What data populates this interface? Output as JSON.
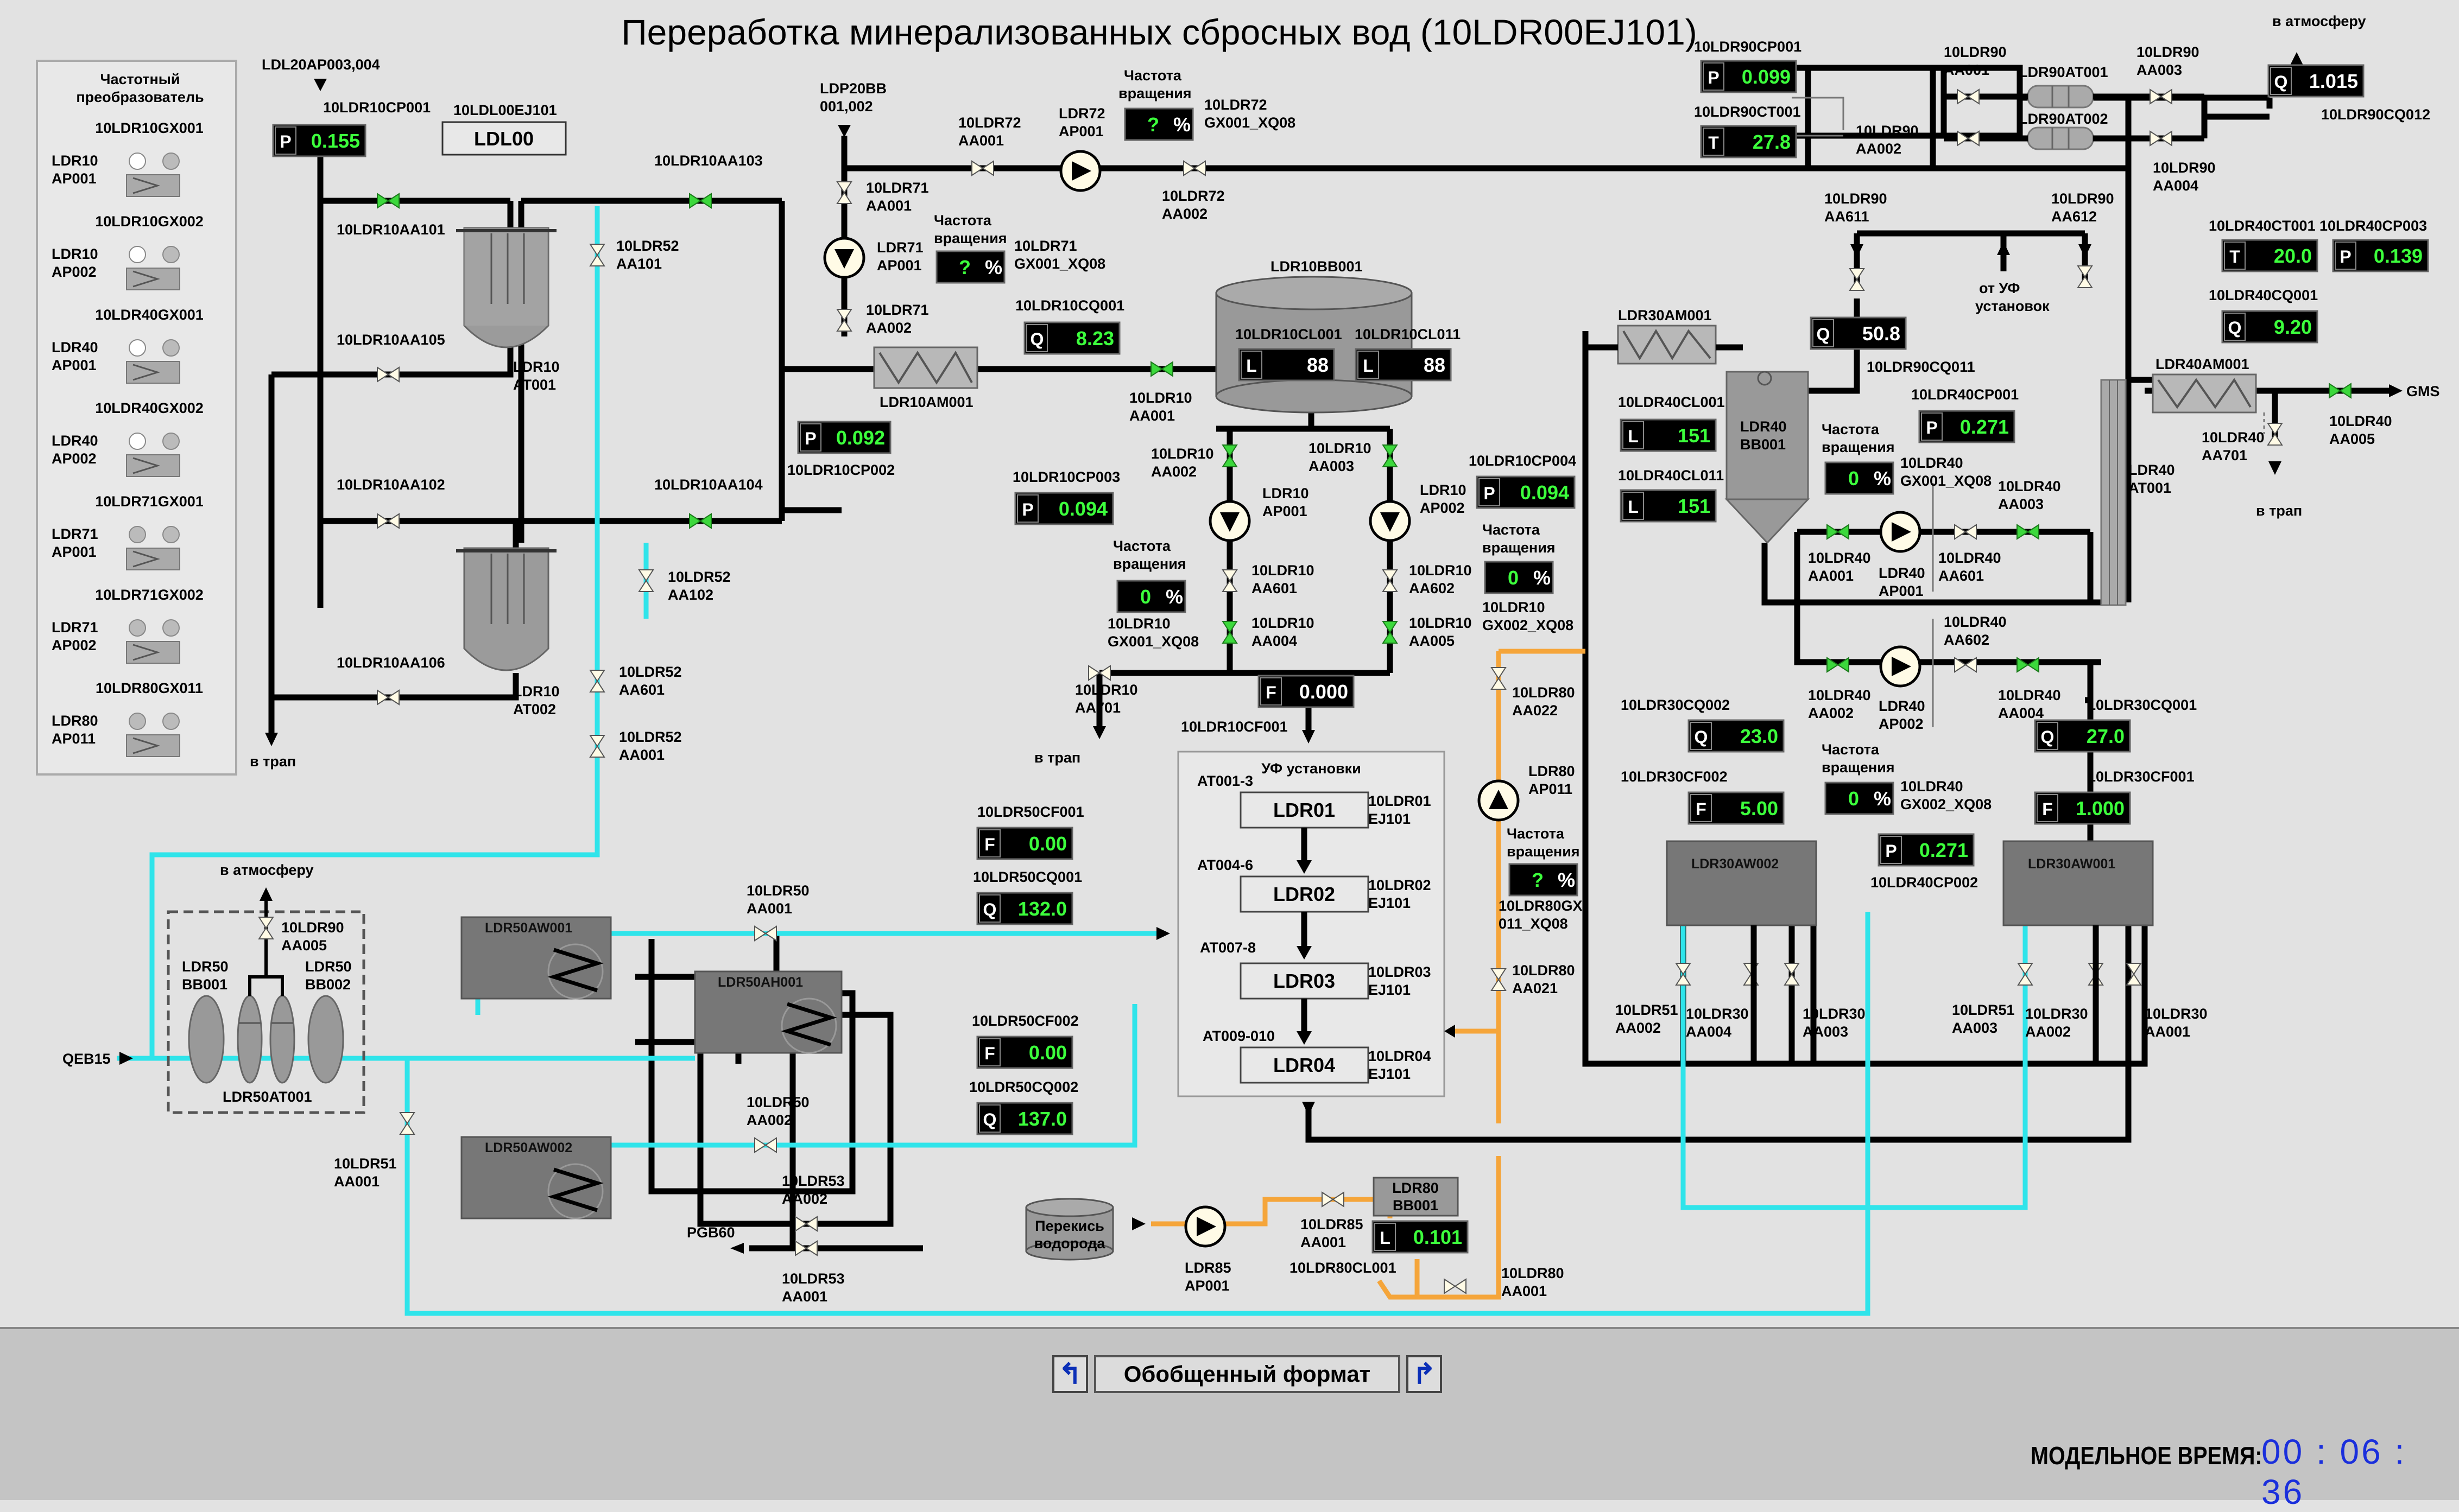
{
  "title": "Переработка минерализованных сбросных вод (10LDR00EJ101)",
  "colors": {
    "background": "#e2e2e2",
    "water": "#2fe4ea",
    "hydrogen": "#f5a53a",
    "indicator_value": "#3cff3c",
    "valve_open": "#3cd83c",
    "time": "#1a2fdc"
  },
  "legend": {
    "header": [
      "Частотный",
      "преобразователь"
    ],
    "groups": [
      {
        "title": "10LDR10GX001",
        "label1": "LDR10",
        "label2": "AP001"
      },
      {
        "title": "10LDR10GX002",
        "label1": "LDR10",
        "label2": "AP002"
      },
      {
        "title": "10LDR40GX001",
        "label1": "LDR40",
        "label2": "AP001"
      },
      {
        "title": "10LDR40GX002",
        "label1": "LDR40",
        "label2": "AP002"
      },
      {
        "title": "10LDR71GX001",
        "label1": "LDR71",
        "label2": "AP001"
      },
      {
        "title": "10LDR71GX002",
        "label1": "LDR71",
        "label2": "AP002"
      },
      {
        "title": "10LDR80GX011",
        "label1": "LDR80",
        "label2": "AP011"
      }
    ]
  },
  "indicators": {
    "cp001": {
      "tag": "10LDR10CP001",
      "type": "P",
      "value": "0.155"
    },
    "cp002": {
      "tag": "10LDR10CP002",
      "type": "P",
      "value": "0.092"
    },
    "cq001": {
      "tag": "10LDR10CQ001",
      "type": "Q",
      "value": "8.23"
    },
    "cl001": {
      "tag": "10LDR10CL001",
      "type": "L",
      "value": "88"
    },
    "cl011": {
      "tag": "10LDR10CL011",
      "type": "L",
      "value": "88"
    },
    "cp003": {
      "tag": "10LDR10CP003",
      "type": "P",
      "value": "0.094"
    },
    "cp004": {
      "tag": "10LDR10CP004",
      "type": "P",
      "value": "0.094"
    },
    "cf001": {
      "tag": "10LDR10CF001",
      "type": "F",
      "value": "0.000"
    },
    "cp90_001": {
      "tag": "10LDR90CP001",
      "type": "P",
      "value": "0.099"
    },
    "ct90_001": {
      "tag": "10LDR90CT001",
      "type": "T",
      "value": "27.8"
    },
    "cq90_012": {
      "tag": "10LDR90CQ012",
      "type": "Q",
      "value": "1.015"
    },
    "cq90_011": {
      "tag": "10LDR90CQ011",
      "type": "Q",
      "value": "50.8"
    },
    "ct40_001": {
      "tag": "10LDR40CT001",
      "type": "T",
      "value": "20.0"
    },
    "cp40_003": {
      "tag": "10LDR40CP003",
      "type": "P",
      "value": "0.139"
    },
    "cq40_001": {
      "tag": "10LDR40CQ001",
      "type": "Q",
      "value": "9.20"
    },
    "cl40_001": {
      "tag": "10LDR40CL001",
      "type": "L",
      "value": "151"
    },
    "cl40_011": {
      "tag": "10LDR40CL011",
      "type": "L",
      "value": "151"
    },
    "cp40_001": {
      "tag": "10LDR40CP001",
      "type": "P",
      "value": "0.271"
    },
    "cp40_002": {
      "tag": "10LDR40CP002",
      "type": "P",
      "value": "0.271"
    },
    "cq30_002": {
      "tag": "10LDR30CQ002",
      "type": "Q",
      "value": "23.0"
    },
    "cf30_002": {
      "tag": "10LDR30CF002",
      "type": "F",
      "value": "5.00"
    },
    "cq30_001": {
      "tag": "10LDR30CQ001",
      "type": "Q",
      "value": "27.0"
    },
    "cf30_001": {
      "tag": "10LDR30CF001",
      "type": "F",
      "value": "1.000"
    },
    "cf50_001": {
      "tag": "10LDR50CF001",
      "type": "F",
      "value": "0.00"
    },
    "cq50_001": {
      "tag": "10LDR50CQ001",
      "type": "Q",
      "value": "132.0"
    },
    "cf50_002": {
      "tag": "10LDR50CF002",
      "type": "F",
      "value": "0.00"
    },
    "cq50_002": {
      "tag": "10LDR50CQ002",
      "type": "Q",
      "value": "137.0"
    },
    "cl80_001": {
      "tag": "10LDR80CL001",
      "type": "L",
      "value": "0.101"
    }
  },
  "speeds": {
    "ldr72": {
      "value": "?",
      "unit": "%"
    },
    "ldr71": {
      "value": "?",
      "unit": "%"
    },
    "ldr10_1": {
      "value": "0",
      "unit": "%"
    },
    "ldr10_2": {
      "value": "0",
      "unit": "%"
    },
    "ldr40_1": {
      "value": "0",
      "unit": "%"
    },
    "ldr40_2": {
      "value": "0",
      "unit": "%"
    },
    "ldr80": {
      "value": "?",
      "unit": "%"
    }
  },
  "ldl_box": {
    "tag": "10LDL00EJ101",
    "label": "LDL00"
  },
  "uf": {
    "title": "УФ установки",
    "units": [
      {
        "group": "AT001-3",
        "name": "LDR01",
        "tag1": "10LDR01",
        "tag2": "EJ101"
      },
      {
        "group": "AT004-6",
        "name": "LDR02",
        "tag1": "10LDR02",
        "tag2": "EJ101"
      },
      {
        "group": "AT007-8",
        "name": "LDR03",
        "tag1": "10LDR03",
        "tag2": "EJ101"
      },
      {
        "group": "AT009-010",
        "name": "LDR04",
        "tag1": "10LDR04",
        "tag2": "EJ101"
      }
    ]
  },
  "footer": {
    "nav_label": "Обобщенный формат",
    "time_label": "МОДЕЛЬНОЕ ВРЕМЯ:",
    "time_value": "00 : 06 : 36"
  }
}
